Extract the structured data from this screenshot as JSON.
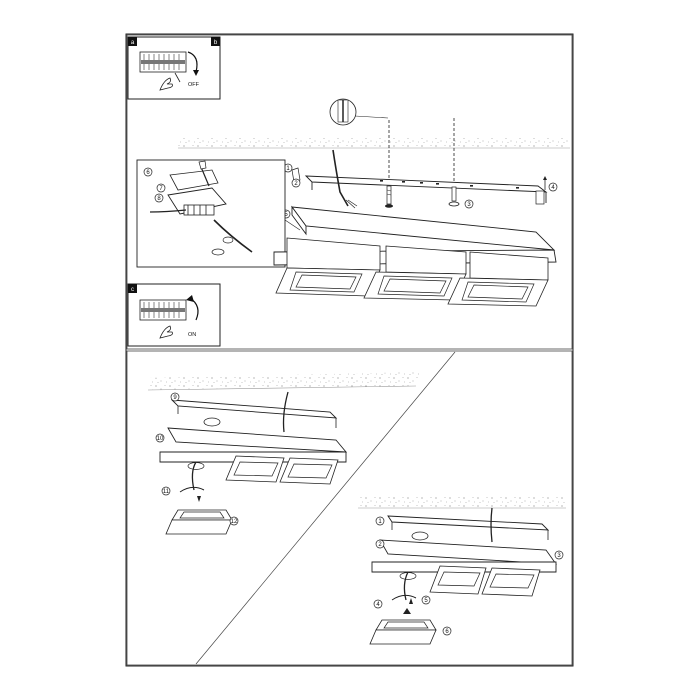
{
  "steps": {
    "a": "a",
    "b": "b",
    "c": "c"
  },
  "switch_states": {
    "off": "OFF",
    "on": "ON"
  },
  "callouts": {
    "n1": "1",
    "n2": "2",
    "n3": "3",
    "n4": "4",
    "n5": "5",
    "n6": "6",
    "n7": "7",
    "n8": "8",
    "n9": "9",
    "n10": "10",
    "n11": "11",
    "n12": "12"
  },
  "icons": [
    "breaker-switch-icon",
    "hand-icon",
    "screwdriver-icon",
    "rotate-arrow-icon",
    "ceiling-icon"
  ]
}
